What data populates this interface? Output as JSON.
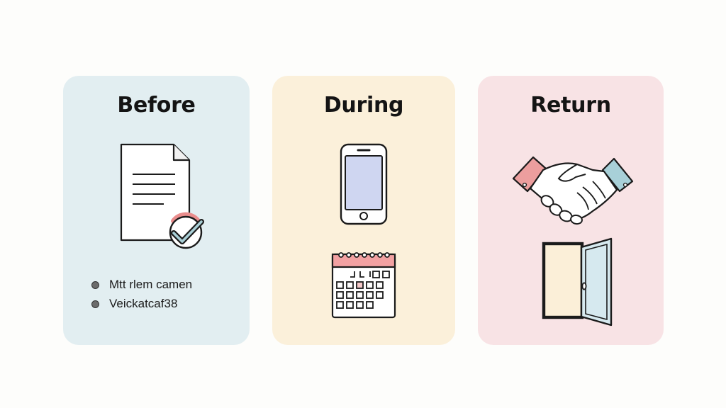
{
  "cards": [
    {
      "title": "Before",
      "icons": [
        "document-icon",
        "checkmark-icon"
      ],
      "bullets": [
        "Mtt rlem camen",
        "Veickatcaf38"
      ],
      "background": "#e2eef1"
    },
    {
      "title": "During",
      "icons": [
        "smartphone-icon",
        "calendar-icon"
      ],
      "background": "#fbf0da"
    },
    {
      "title": "Return",
      "icons": [
        "handshake-icon",
        "open-door-icon"
      ],
      "background": "#f8e3e5"
    }
  ]
}
